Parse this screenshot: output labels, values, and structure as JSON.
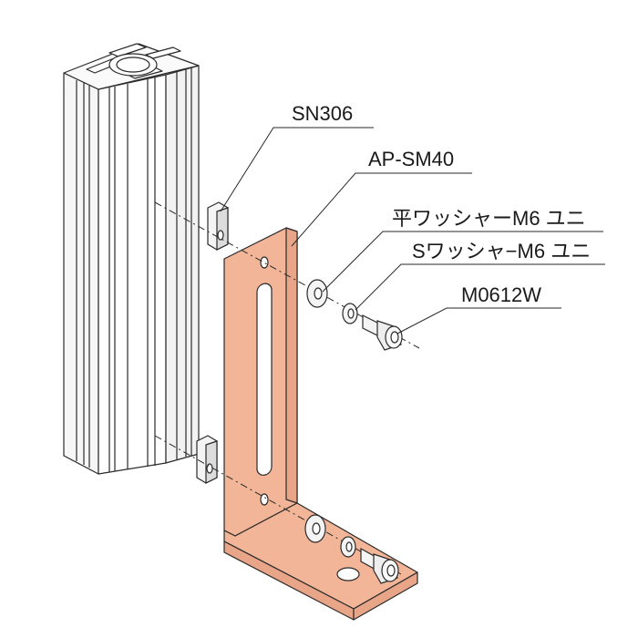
{
  "labels": {
    "sn306": "SN306",
    "ap_sm40": "AP-SM40",
    "flat_washer": "平ワッシャーM6 ユニ",
    "spring_washer": "Sワッシャ−M6 ユニ",
    "bolt": "M0612W"
  },
  "colors": {
    "bracket_fill": "#f2b597",
    "line": "#2a2a2a",
    "profile_fill": "#f6f6f6"
  }
}
